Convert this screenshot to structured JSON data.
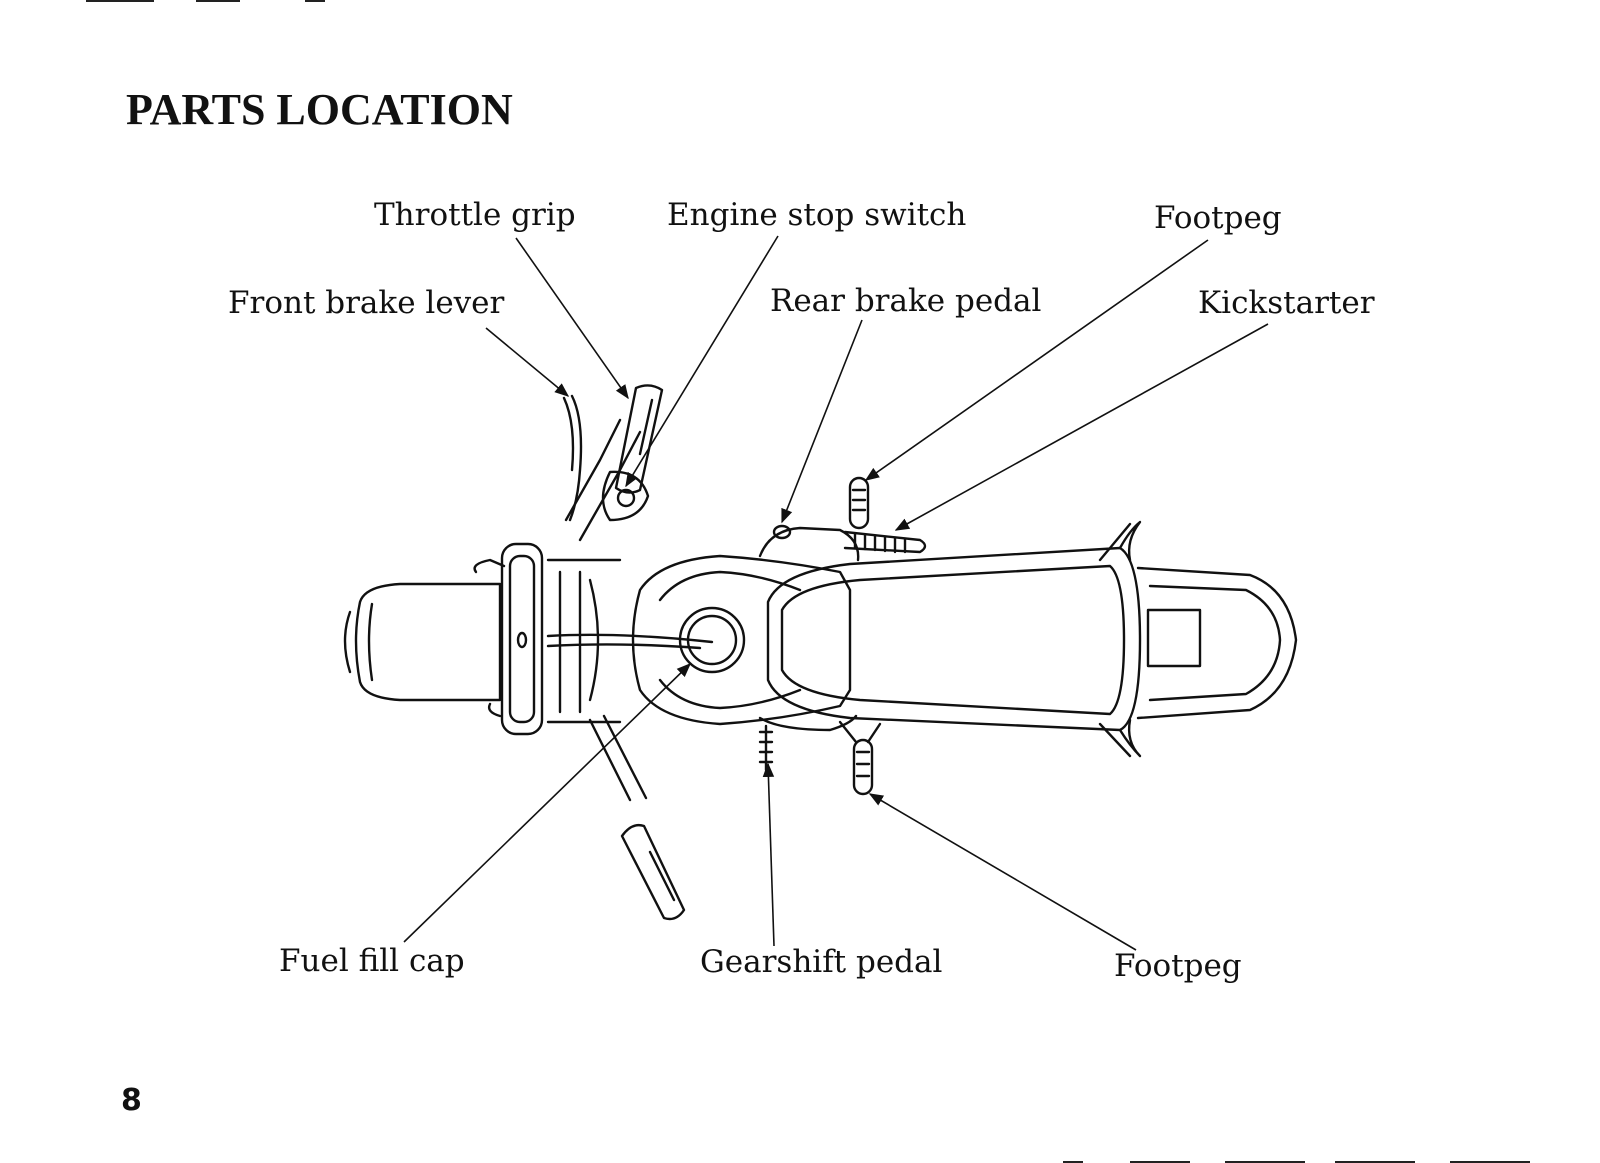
{
  "page": {
    "title": "PARTS LOCATION",
    "page_number": "8"
  },
  "labels": {
    "throttle_grip": "Throttle grip",
    "engine_stop_switch": "Engine stop switch",
    "footpeg_top": "Footpeg",
    "front_brake_lever": "Front brake lever",
    "rear_brake_pedal": "Rear brake pedal",
    "kickstarter": "Kickstarter",
    "fuel_fill_cap": "Fuel fill cap",
    "gearshift_pedal": "Gearshift pedal",
    "footpeg_bottom": "Footpeg"
  }
}
